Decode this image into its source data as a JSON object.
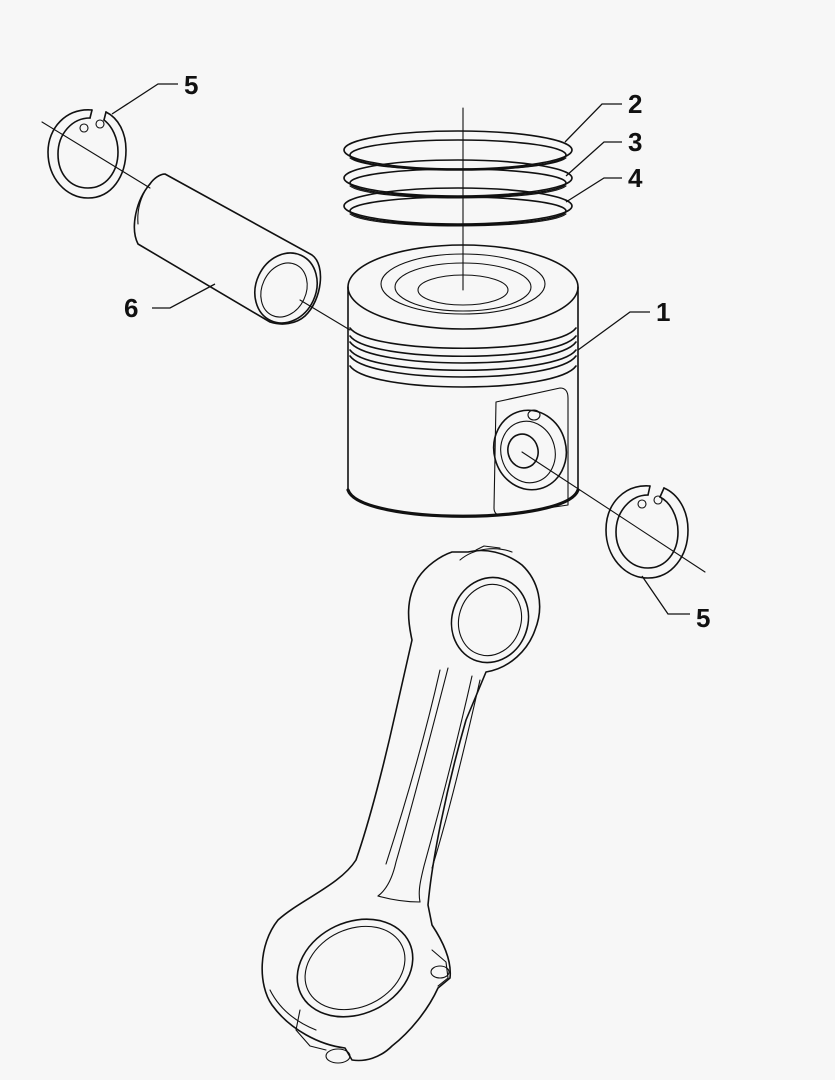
{
  "callouts": {
    "piston": "1",
    "ring_top": "2",
    "ring_middle": "3",
    "ring_bottom": "4",
    "circlip_left": "5",
    "circlip_right": "5",
    "piston_pin": "6"
  },
  "colors": {
    "line": "#111111",
    "background": "#f7f7f7"
  }
}
